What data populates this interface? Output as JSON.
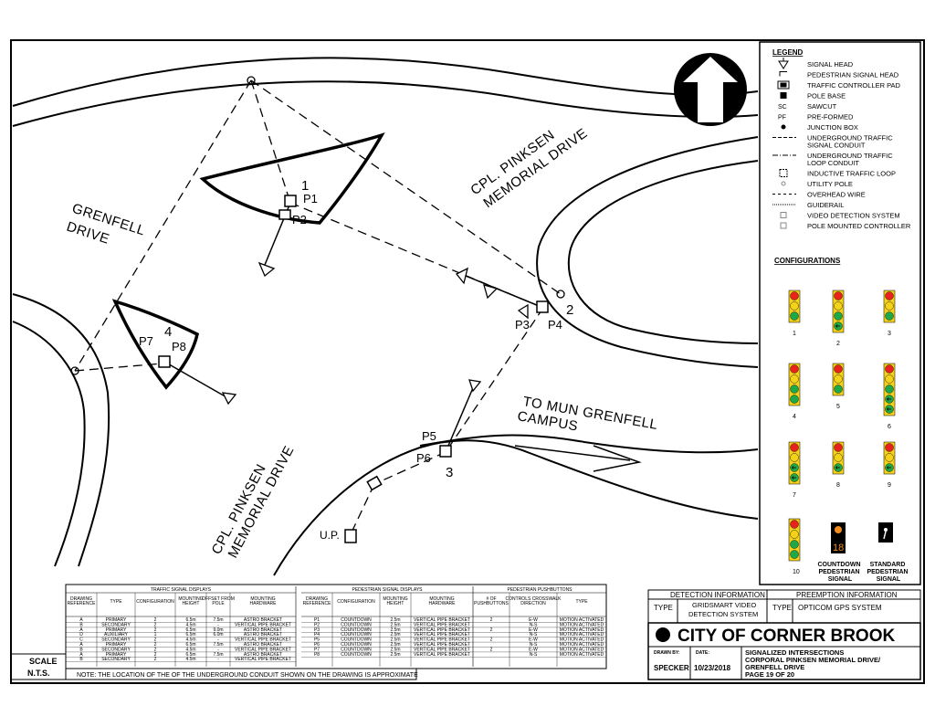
{
  "legend": {
    "title": "LEGEND",
    "items": [
      {
        "symbol": "signal-head",
        "label": "SIGNAL HEAD"
      },
      {
        "symbol": "pedestrian-signal-head",
        "label": "PEDESTRIAN SIGNAL HEAD"
      },
      {
        "symbol": "traffic-controller-pad",
        "label": "TRAFFIC CONTROLLER PAD"
      },
      {
        "symbol": "pole-base",
        "label": "POLE BASE"
      },
      {
        "symbol": "sawcut",
        "code": "SC",
        "label": "SAWCUT"
      },
      {
        "symbol": "pre-formed",
        "code": "PF",
        "label": "PRE-FORMED"
      },
      {
        "symbol": "junction-box",
        "label": "JUNCTION BOX"
      },
      {
        "symbol": "dashed-line",
        "label": "UNDERGROUND TRAFFIC SIGNAL CONDUIT"
      },
      {
        "symbol": "dash-dot-line",
        "label": "UNDERGROUND TRAFFIC LOOP CONDUIT"
      },
      {
        "symbol": "loop-box",
        "label": "INDUCTIVE TRAFFIC LOOP"
      },
      {
        "symbol": "utility-pole",
        "label": "UTILITY POLE"
      },
      {
        "symbol": "overhead-line",
        "label": "OVERHEAD WIRE"
      },
      {
        "symbol": "guiderail-line",
        "label": "GUIDERAIL"
      },
      {
        "symbol": "video-box",
        "label": "VIDEO DETECTION SYSTEM"
      },
      {
        "symbol": "controller-box",
        "label": "POLE MOUNTED CONTROLLER"
      }
    ],
    "configurations_title": "CONFIGURATIONS",
    "configurations": [
      "1",
      "2",
      "3",
      "4",
      "5",
      "6",
      "7",
      "8",
      "9",
      "10"
    ],
    "countdown_label": "COUNTDOWN PEDESTRIAN SIGNAL",
    "countdown_digits": "18",
    "standard_label": "STANDARD PEDESTRIAN SIGNAL"
  },
  "map": {
    "road_labels": {
      "grenfell_1": "GRENFELL",
      "grenfell_2": "DRIVE",
      "cpl_top_1": "CPL. PINKSEN",
      "cpl_top_2": "MEMORIAL DRIVE",
      "cpl_bottom_1": "CPL. PINKSEN",
      "cpl_bottom_2": "MEMORIAL DRIVE",
      "campus_1": "TO MUN GRENFELL",
      "campus_2": "CAMPUS"
    },
    "pole_labels": [
      "1",
      "2",
      "3",
      "4"
    ],
    "ped_labels": [
      "P1",
      "P2",
      "P3",
      "P4",
      "P5",
      "P6",
      "P7",
      "P8"
    ],
    "up_label": "U.P."
  },
  "scale": {
    "label": "SCALE",
    "value": "N.T.S."
  },
  "tables": {
    "traffic": {
      "title": "TRAFFIC SIGNAL DISPLAYS",
      "headers": [
        "DRAWING REFERENCE",
        "TYPE",
        "CONFIGURATION",
        "MOUNTING HEIGHT",
        "OFFSET FROM POLE",
        "MOUNTING HARDWARE"
      ],
      "rows": [
        [
          "A",
          "PRIMARY",
          "2",
          "6.5m",
          "7.5m",
          "ASTRO BRACKET"
        ],
        [
          "B",
          "SECONDARY",
          "2",
          "4.5m",
          "-",
          "VERTICAL PIPE BRACKET"
        ],
        [
          "A",
          "PRIMARY",
          "2",
          "6.5m",
          "9.0m",
          "ASTRO BRACKET"
        ],
        [
          "D",
          "AUXILIARY",
          "1",
          "6.5m",
          "6.0m",
          "ASTRO BRACKET"
        ],
        [
          "C",
          "SECONDARY",
          "2",
          "4.5m",
          "-",
          "VERTICAL PIPE BRACKET"
        ],
        [
          "A",
          "PRIMARY",
          "2",
          "6.5m",
          "7.5m",
          "ASTRO BRACKET"
        ],
        [
          "B",
          "SECONDARY",
          "2",
          "4.5m",
          "-",
          "VERTICAL PIPE BRACKET"
        ],
        [
          "A",
          "PRIMARY",
          "2",
          "6.5m",
          "7.5m",
          "ASTRO BRACKET"
        ],
        [
          "B",
          "SECONDARY",
          "2",
          "4.5m",
          "-",
          "VERTICAL PIPE BRACKET"
        ]
      ]
    },
    "pedestrian": {
      "title": "PEDESTRIAN SIGNAL DISPLAYS",
      "headers": [
        "DRAWING REFERENCE",
        "CONFIGURATION",
        "MOUNTING HEIGHT",
        "MOUNTING HARDWARE"
      ],
      "rows": [
        [
          "P1",
          "COUNTDOWN",
          "2.5m",
          "VERTICAL PIPE BRACKET"
        ],
        [
          "P2",
          "COUNTDOWN",
          "2.5m",
          "VERTICAL PIPE BRACKET"
        ],
        [
          "P3",
          "COUNTDOWN",
          "2.5m",
          "VERTICAL PIPE BRACKET"
        ],
        [
          "P4",
          "COUNTDOWN",
          "2.5m",
          "VERTICAL PIPE BRACKET"
        ],
        [
          "P5",
          "COUNTDOWN",
          "2.5m",
          "VERTICAL PIPE BRACKET"
        ],
        [
          "P6",
          "COUNTDOWN",
          "2.5m",
          "VERTICAL PIPE BRACKET"
        ],
        [
          "P7",
          "COUNTDOWN",
          "2.5m",
          "VERTICAL PIPE BRACKET"
        ],
        [
          "P8",
          "COUNTDOWN",
          "2.5m",
          "VERTICAL PIPE BRACKET"
        ]
      ]
    },
    "pushbuttons": {
      "title": "PEDESTRIAN PUSHBUTTONS",
      "headers": [
        "# OF PUSHBUTTONS",
        "CONTROLS CROSSWALK DIRECTION",
        "TYPE"
      ],
      "rows": [
        [
          "2",
          "E-W",
          "MOTION ACTIVATED"
        ],
        [
          "",
          "N-S",
          "MOTION ACTIVATED"
        ],
        [
          "2",
          "E-W",
          "MOTION ACTIVATED"
        ],
        [
          "",
          "N-S",
          "MOTION ACTIVATED"
        ],
        [
          "2",
          "E-W",
          "MOTION ACTIVATED"
        ],
        [
          "",
          "N-S",
          "MOTION ACTIVATED"
        ],
        [
          "2",
          "E-W",
          "MOTION ACTIVATED"
        ],
        [
          "",
          "N-S",
          "MOTION ACTIVATED"
        ]
      ]
    },
    "note": "NOTE: THE LOCATION OF THE OF THE UNDERGROUND CONDUIT SHOWN ON THE DRAWING IS APPROXIMATE"
  },
  "detection": {
    "title": "DETECTION INFORMATION",
    "type_label": "TYPE",
    "type_value_1": "GRIDSMART VIDEO",
    "type_value_2": "DETECTION SYSTEM"
  },
  "preemption": {
    "title": "PREEMPTION INFORMATION",
    "type_label": "TYPE",
    "type_value": "OPTICOM GPS SYSTEM"
  },
  "title_block": {
    "city": "CITY OF CORNER BROOK",
    "drawn_by_label": "DRAWN BY:",
    "drawn_by": "SPECKER",
    "date_label": "DATE:",
    "date": "10/23/2018",
    "title_1": "SIGNALIZED INTERSECTIONS",
    "title_2": "CORPORAL PINKSEN MEMORIAL DRIVE/",
    "title_3": "GRENFELL DRIVE",
    "page": "PAGE 19 OF 20"
  },
  "colors": {
    "red": "#e8231f",
    "yellow": "#f4d21c",
    "green": "#1fa84a",
    "black": "#000000"
  }
}
